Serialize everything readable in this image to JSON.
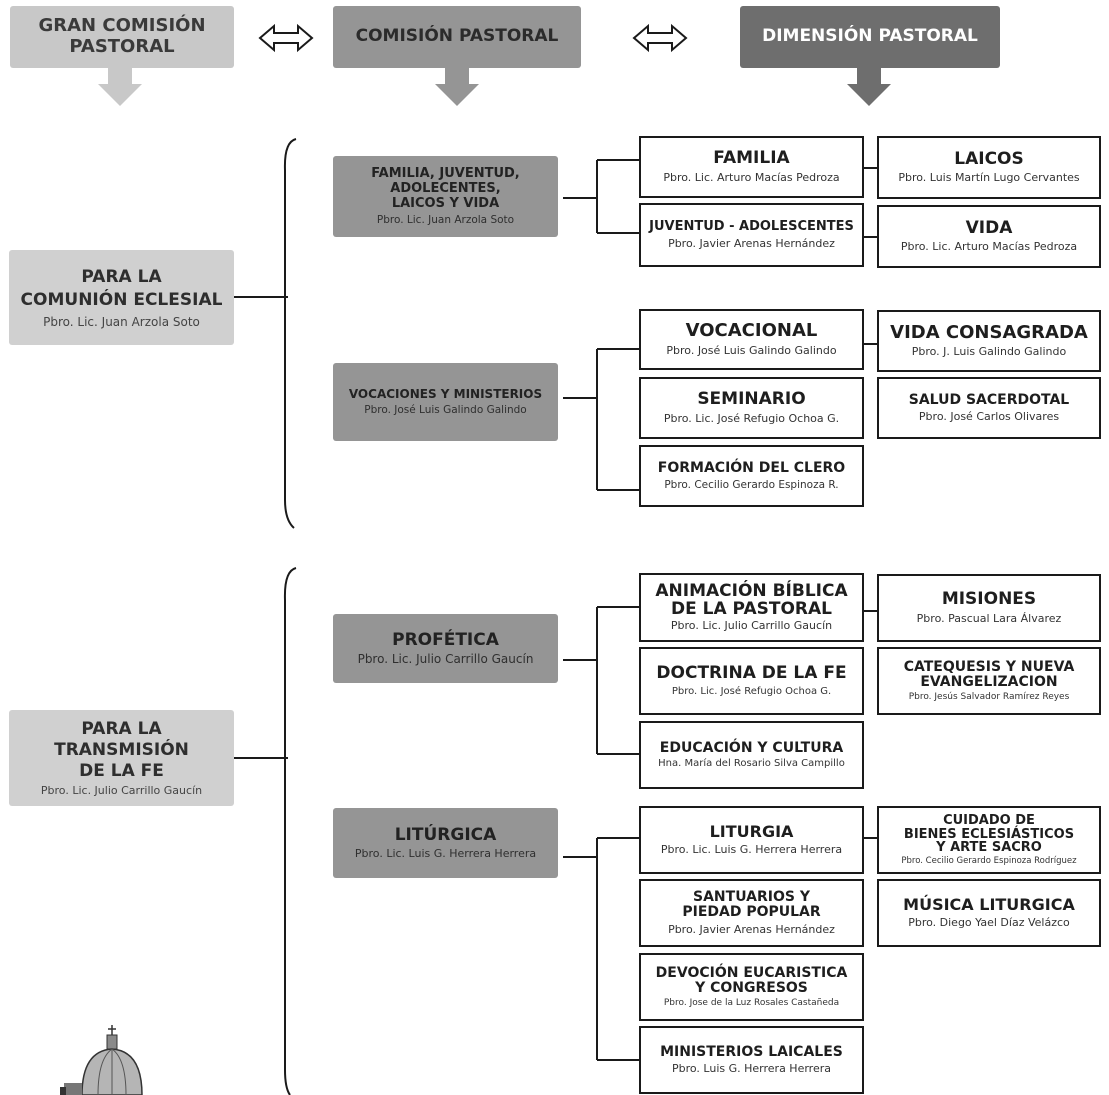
{
  "headers": [
    {
      "label": "GRAN COMISIÓN\nPASTORAL"
    },
    {
      "label": "COMISIÓN PASTORAL"
    },
    {
      "label": "DIMENSIÓN PASTORAL"
    }
  ],
  "groups": [
    {
      "title": "PARA LA\nCOMUNIÓN ECLESIAL",
      "subtitle": "Pbro. Lic. Juan Arzola Soto",
      "commissions": [
        {
          "title": "FAMILIA, JUVENTUD,\nADOLECENTES,\nLAICOS Y VIDA",
          "subtitle": "Pbro. Lic. Juan Arzola Soto"
        },
        {
          "title": "VOCACIONES Y MINISTERIOS",
          "subtitle": "Pbro. José Luis Galindo Galindo"
        }
      ]
    },
    {
      "title": "PARA LA\nTRANSMISIÓN\nDE LA FE",
      "subtitle": "Pbro.  Lic. Julio Carrillo Gaucín",
      "commissions": [
        {
          "title": "PROFÉTICA",
          "subtitle": "Pbro.  Lic. Julio Carrillo Gaucín"
        },
        {
          "title": "LITÚRGICA",
          "subtitle": "Pbro. Lic. Luis G. Herrera Herrera"
        }
      ]
    }
  ],
  "dimensions": [
    {
      "title": "FAMILIA",
      "subtitle": "Pbro. Lic. Arturo Macías Pedroza"
    },
    {
      "title": "LAICOS",
      "subtitle": "Pbro. Luis Martín Lugo Cervantes"
    },
    {
      "title": "JUVENTUD - ADOLESCENTES",
      "subtitle": "Pbro. Javier Arenas Hernández"
    },
    {
      "title": "VIDA",
      "subtitle": "Pbro. Lic. Arturo Macías Pedroza"
    },
    {
      "title": "VOCACIONAL",
      "subtitle": "Pbro. José Luis Galindo Galindo"
    },
    {
      "title": "VIDA CONSAGRADA",
      "subtitle": "Pbro. J. Luis Galindo Galindo"
    },
    {
      "title": "SEMINARIO",
      "subtitle": "Pbro. Lic. José Refugio Ochoa G."
    },
    {
      "title": "SALUD SACERDOTAL",
      "subtitle": "Pbro. José Carlos Olivares"
    },
    {
      "title": "FORMACIÓN DEL CLERO",
      "subtitle": "Pbro. Cecilio Gerardo Espinoza R."
    },
    {
      "title": "ANIMACIÓN BÍBLICA\nDE LA PASTORAL",
      "subtitle": "Pbro.  Lic. Julio Carrillo Gaucín"
    },
    {
      "title": "MISIONES",
      "subtitle": "Pbro. Pascual Lara Álvarez"
    },
    {
      "title": "DOCTRINA DE LA FE",
      "subtitle": "Pbro. Lic. José Refugio Ochoa G."
    },
    {
      "title": "CATEQUESIS Y NUEVA\nEVANGELIZACION",
      "subtitle": "Pbro. Jesús Salvador Ramírez Reyes"
    },
    {
      "title": "EDUCACIÓN Y CULTURA",
      "subtitle": "Hna. María del Rosario Silva Campillo"
    },
    {
      "title": "LITURGIA",
      "subtitle": "Pbro. Lic. Luis G. Herrera Herrera"
    },
    {
      "title": "CUIDADO DE\nBIENES ECLESIÁSTICOS\nY ARTE SACRO",
      "subtitle": "Pbro. Cecilio Gerardo Espinoza Rodríguez"
    },
    {
      "title": "SANTUARIOS Y\nPIEDAD POPULAR",
      "subtitle": "Pbro. Javier  Arenas Hernández"
    },
    {
      "title": "MÚSICA LITURGICA",
      "subtitle": "Pbro.  Diego Yael Díaz Velázco"
    },
    {
      "title": "DEVOCIÓN EUCARISTICA\nY CONGRESOS",
      "subtitle": "Pbro. Jose de la Luz Rosales Castañeda"
    },
    {
      "title": "MINISTERIOS LAICALES",
      "subtitle": "Pbro. Luis G. Herrera Herrera"
    }
  ],
  "colors": {
    "header_light": "#c8c8c8",
    "header_mid": "#959595",
    "header_dark": "#6e6e6e",
    "group_fill": "#d0d0d0",
    "commission_fill": "#959595",
    "line": "#1a1a1a"
  },
  "icons": [
    "double-arrow-icon",
    "down-arrow-icon",
    "church-dome-icon"
  ]
}
